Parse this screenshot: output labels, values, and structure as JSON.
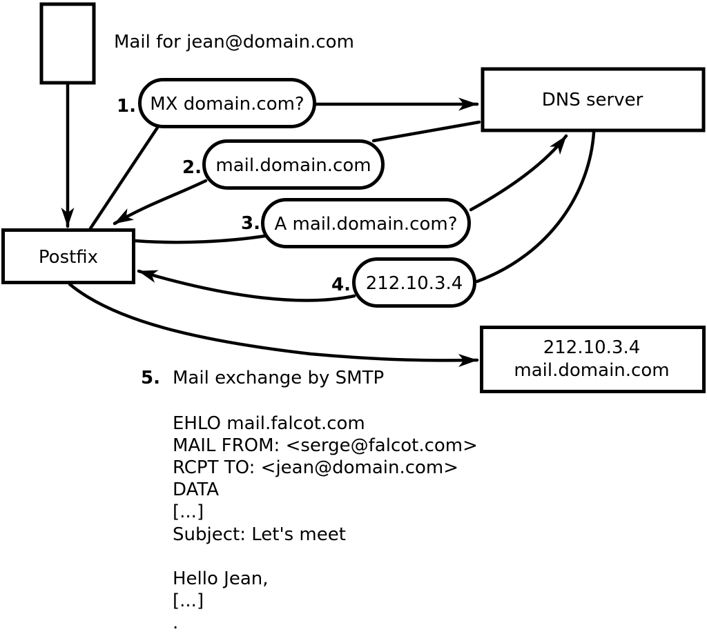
{
  "labels": {
    "mail_for": "Mail for jean@domain.com"
  },
  "nodes": {
    "postfix": "Postfix",
    "dns_server": "DNS server",
    "mail_server_line1": "212.10.3.4",
    "mail_server_line2": "mail.domain.com"
  },
  "steps": [
    {
      "num": "1.",
      "label": "MX domain.com?"
    },
    {
      "num": "2.",
      "label": "mail.domain.com"
    },
    {
      "num": "3.",
      "label": "A mail.domain.com?"
    },
    {
      "num": "4.",
      "label": "212.10.3.4"
    },
    {
      "num": "5.",
      "label": "Mail exchange by SMTP"
    }
  ],
  "smtp_session": {
    "lines": [
      "EHLO mail.falcot.com",
      "MAIL FROM: <serge@falcot.com>",
      "RCPT TO: <jean@domain.com>",
      "DATA",
      "[...]",
      "Subject: Let's meet",
      "",
      "Hello Jean,",
      "[...]",
      "."
    ]
  },
  "colors": {
    "stroke": "#000000",
    "fill": "#ffffff",
    "background": "#ffffff"
  }
}
